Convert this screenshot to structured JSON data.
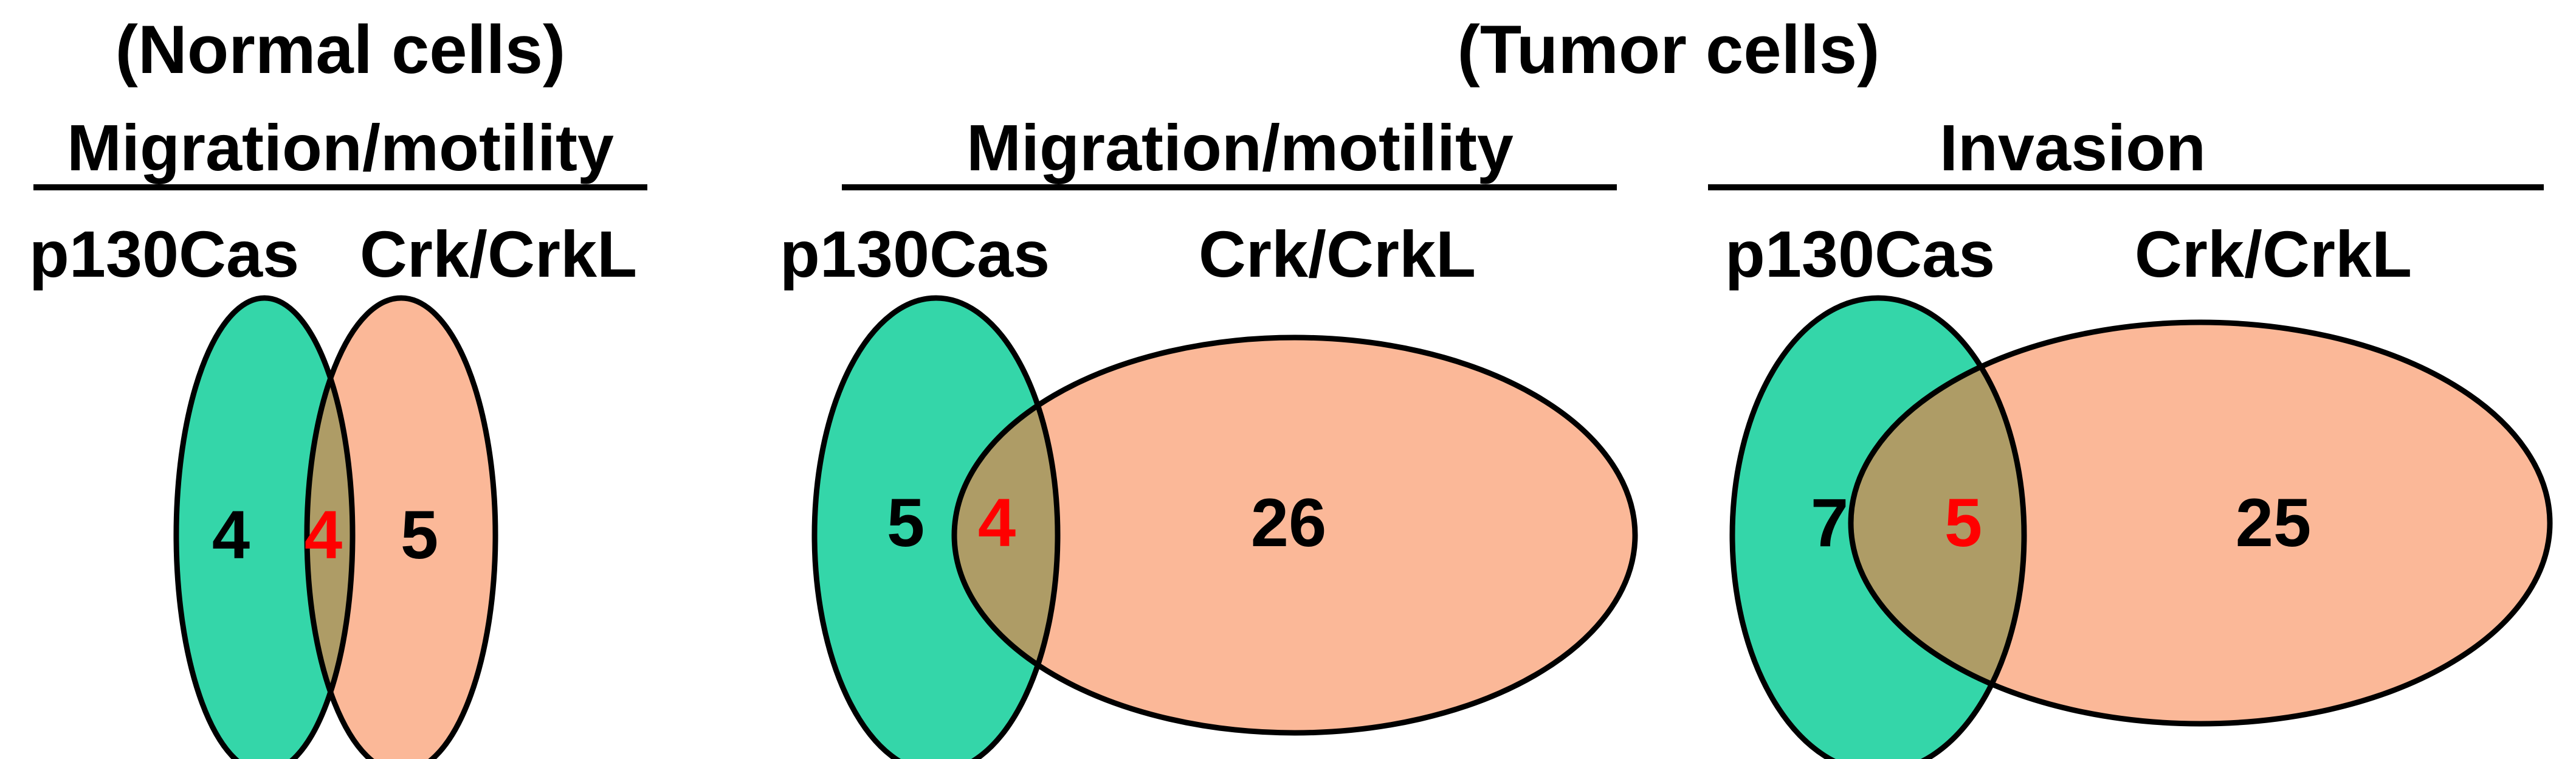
{
  "colors": {
    "set_a": "#34d6a9",
    "set_b": "#fbb898",
    "overlap": "#ae9c66",
    "outline": "#000000",
    "overlap_text": "#ff0000",
    "text": "#000000"
  },
  "panels": [
    {
      "group_label": "(Normal cells)",
      "title": "Migration/motility",
      "label_a": "p130Cas",
      "label_b": "Crk/CrkL",
      "only_a": "4",
      "overlap": "4",
      "only_b": "5"
    },
    {
      "group_label": "(Tumor cells)",
      "title": "Migration/motility",
      "label_a": "p130Cas",
      "label_b": "Crk/CrkL",
      "only_a": "5",
      "overlap": "4",
      "only_b": "26"
    },
    {
      "title": "Invasion",
      "label_a": "p130Cas",
      "label_b": "Crk/CrkL",
      "only_a": "7",
      "overlap": "5",
      "only_b": "25"
    }
  ]
}
